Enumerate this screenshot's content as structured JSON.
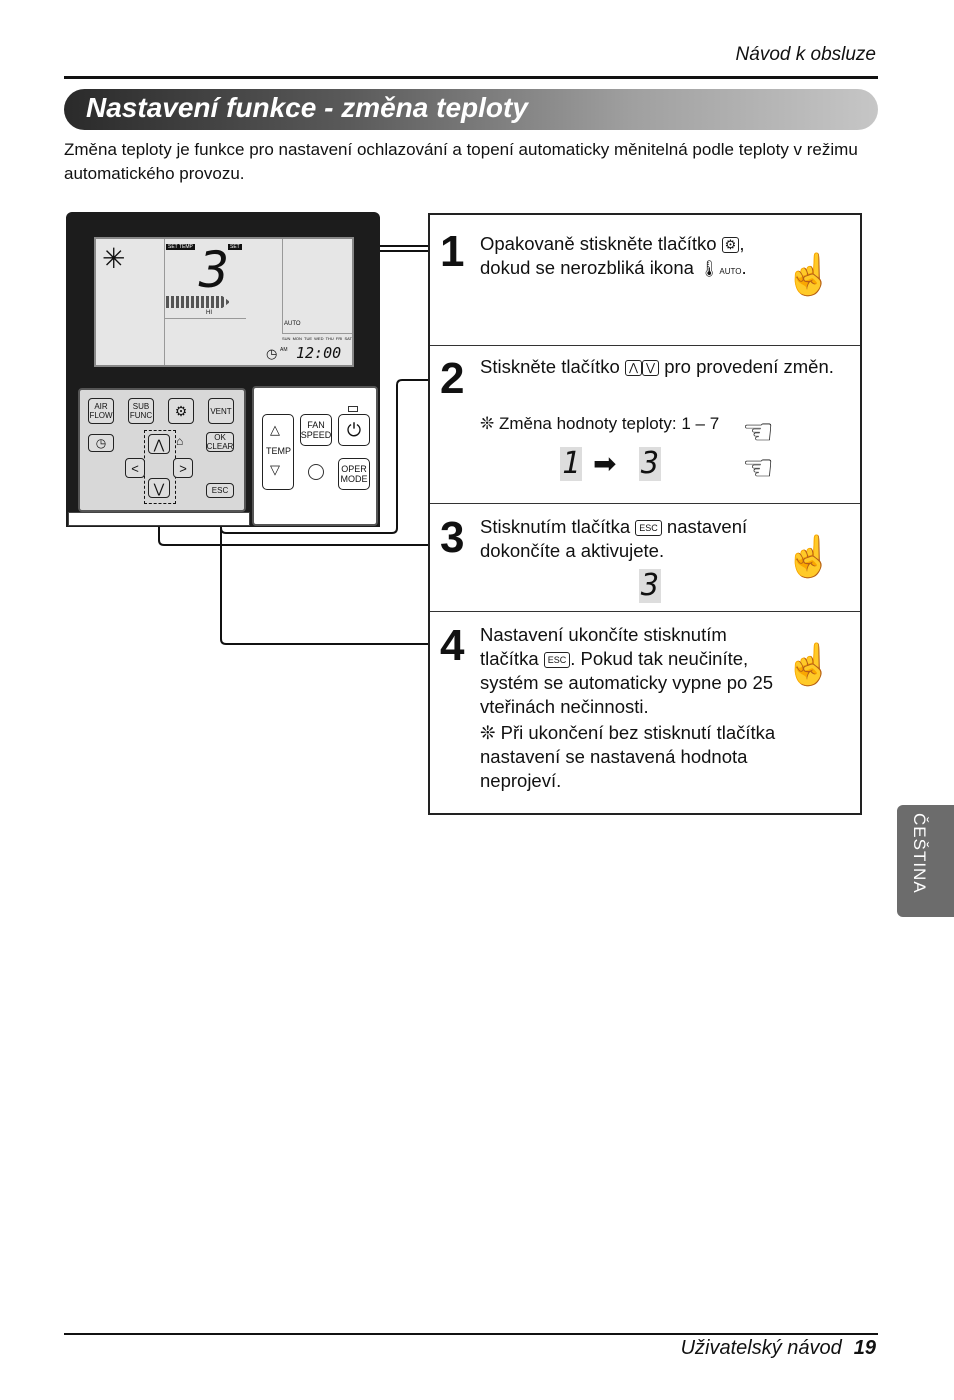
{
  "header": {
    "label": "Návod k obsluze"
  },
  "title": "Nastavení funkce - změna teploty",
  "intro": "Změna teploty je funkce pro nastavení ochlazování a topení automaticky měnitelná podle teploty v režimu automatického provozu.",
  "remote": {
    "lcd": {
      "set_temp_label": "SET TEMP",
      "set_label": "SET",
      "digit": "3",
      "fan_label": "HI",
      "auto_label": "AUTO",
      "am_label": "AM",
      "time": "12:00",
      "days": [
        "SUN",
        "MON",
        "TUE",
        "WED",
        "THU",
        "FRI",
        "SAT"
      ]
    },
    "buttons": {
      "air_flow": "AIR FLOW",
      "sub_func": "SUB FUNC",
      "vent": "VENT",
      "ok_clear": "OK CLEAR",
      "esc": "ESC",
      "temp": "TEMP",
      "fan_speed": "FAN SPEED",
      "oper_mode": "OPER MODE"
    }
  },
  "steps": [
    {
      "number": "1",
      "line1": "Opakovaně stiskněte tlačítko",
      "line1_tail": ",",
      "line2": "dokud se nerozbliká ikona",
      "line2_tail": ".",
      "auto_icon_label": "AUTO"
    },
    {
      "number": "2",
      "text_a": "Stiskněte tlačítko",
      "text_b": "pro provedení změn.",
      "note": "❊ Změna hodnoty teploty: 1 – 7",
      "from_value": "1",
      "to_value": "3"
    },
    {
      "number": "3",
      "text_a": "Stisknutím tlačítka",
      "text_b": "nastavení",
      "text_c": "dokončíte a aktivujete.",
      "result_value": "3",
      "esc_label": "ESC"
    },
    {
      "number": "4",
      "text_a": "Nastavení ukončíte stisknutím",
      "text_b": "tlačítka",
      "text_c": ". Pokud tak neučiníte, systém se automaticky vypne po 25 vteřinách nečinnosti.",
      "note": "❊ Při ukončení bez stisknutí tlačítka nastavení se nastavená hodnota neprojeví.",
      "esc_label": "ESC"
    }
  ],
  "side_tab": "ČEŠTINA",
  "footer": {
    "label": "Uživatelský návod",
    "page": "19"
  }
}
